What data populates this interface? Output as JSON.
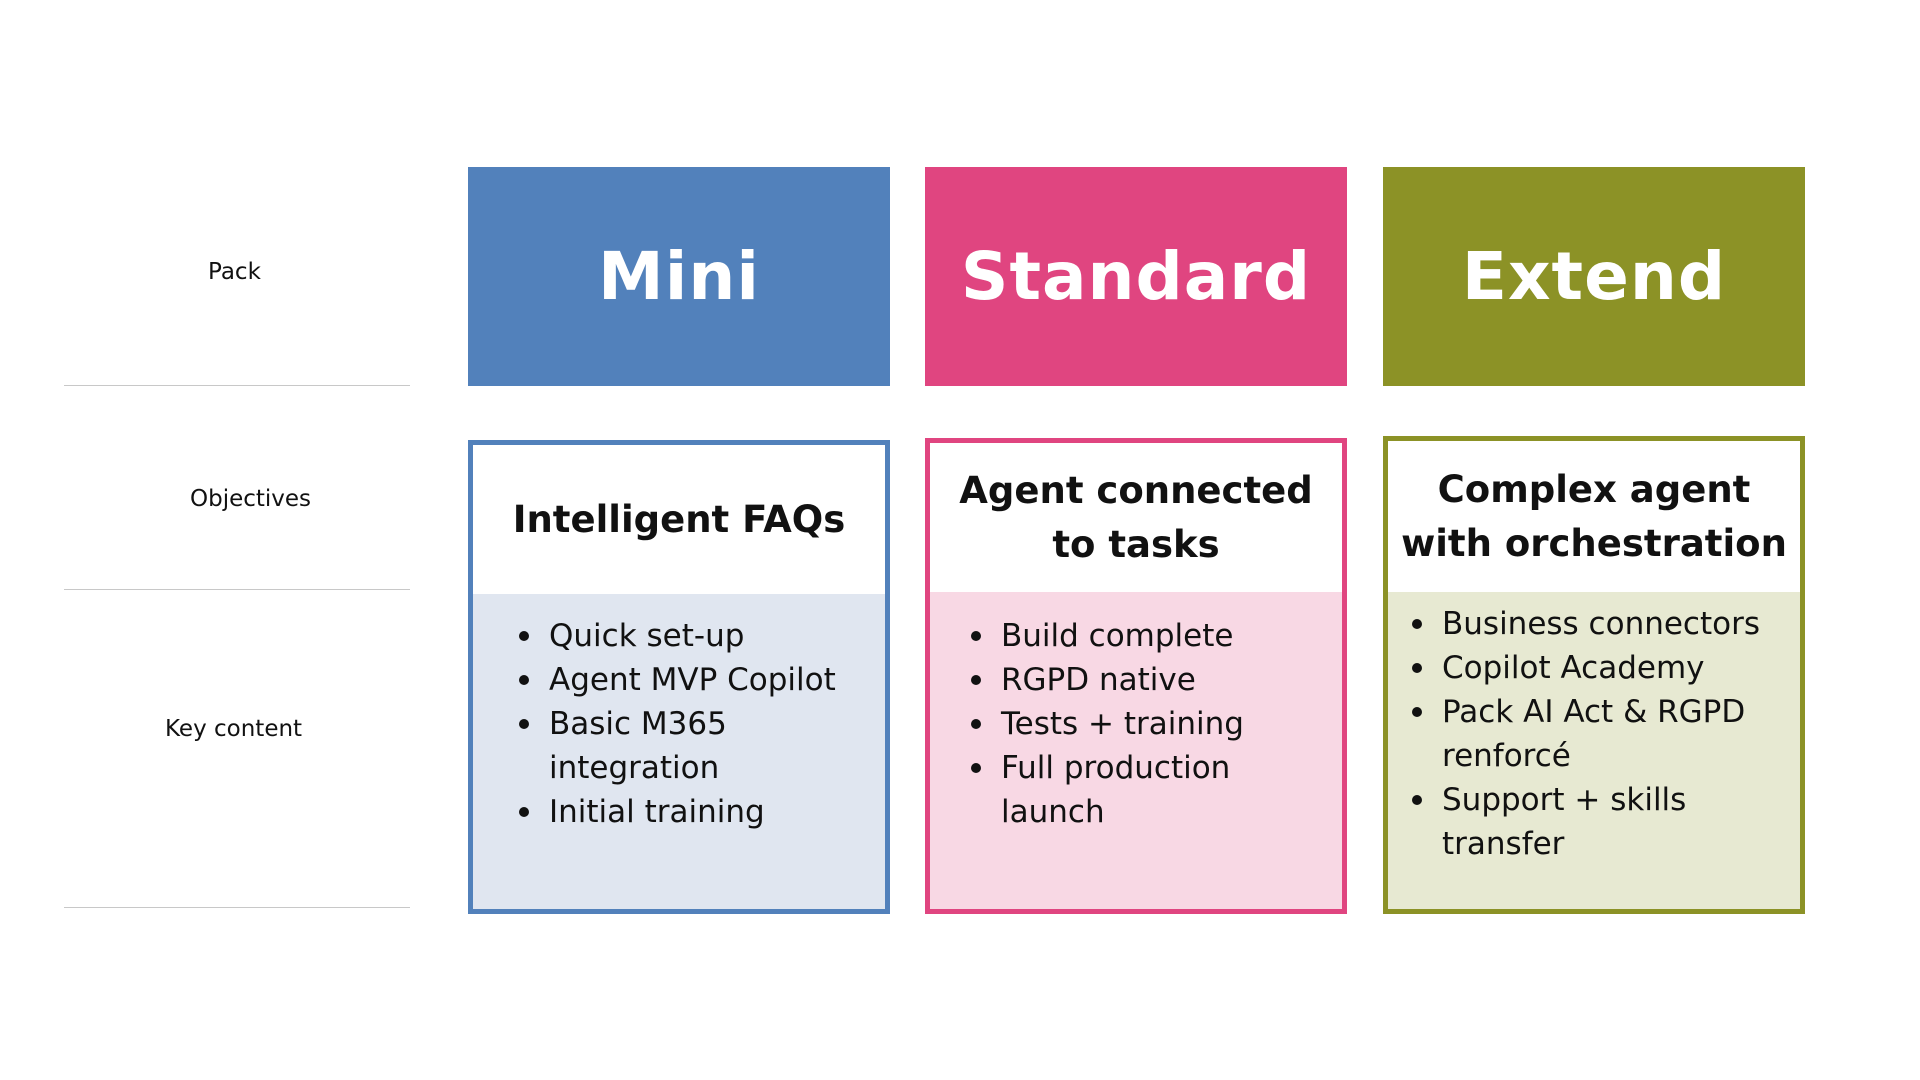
{
  "row_labels": {
    "pack": "Pack",
    "objectives": "Objectives",
    "key_content": "Key content"
  },
  "packs": [
    {
      "name": "Mini",
      "color": "#5281bb",
      "body_color": "#e0e6f0",
      "objective": "Intelligent FAQs",
      "key_content": [
        "Quick set-up",
        "Agent MVP Copilot",
        "Basic M365 integration",
        "Initial training"
      ]
    },
    {
      "name": "Standard",
      "color": "#e04580",
      "body_color": "#f8d8e4",
      "objective": "Agent connected to tasks",
      "key_content": [
        "Build complete",
        "RGPD native",
        "Tests + training",
        "Full production launch"
      ]
    },
    {
      "name": "Extend",
      "color": "#8c9226",
      "body_color": "#e7e9d2",
      "objective": "Complex agent with orchestration",
      "key_content": [
        "Business connectors",
        "Copilot Academy",
        "Pack AI Act & RGPD renforcé",
        "Support + skills transfer"
      ]
    }
  ]
}
